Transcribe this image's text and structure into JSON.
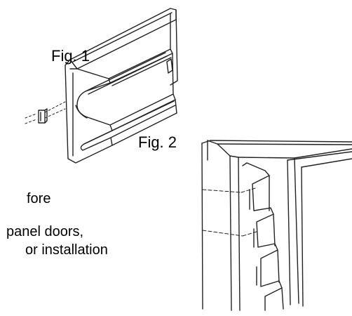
{
  "figures": {
    "fig1_label": "Fig. 1",
    "fig2_label": "Fig. 2"
  },
  "text_fragments": [
    "fore",
    "panel doors,",
    "or installation"
  ]
}
